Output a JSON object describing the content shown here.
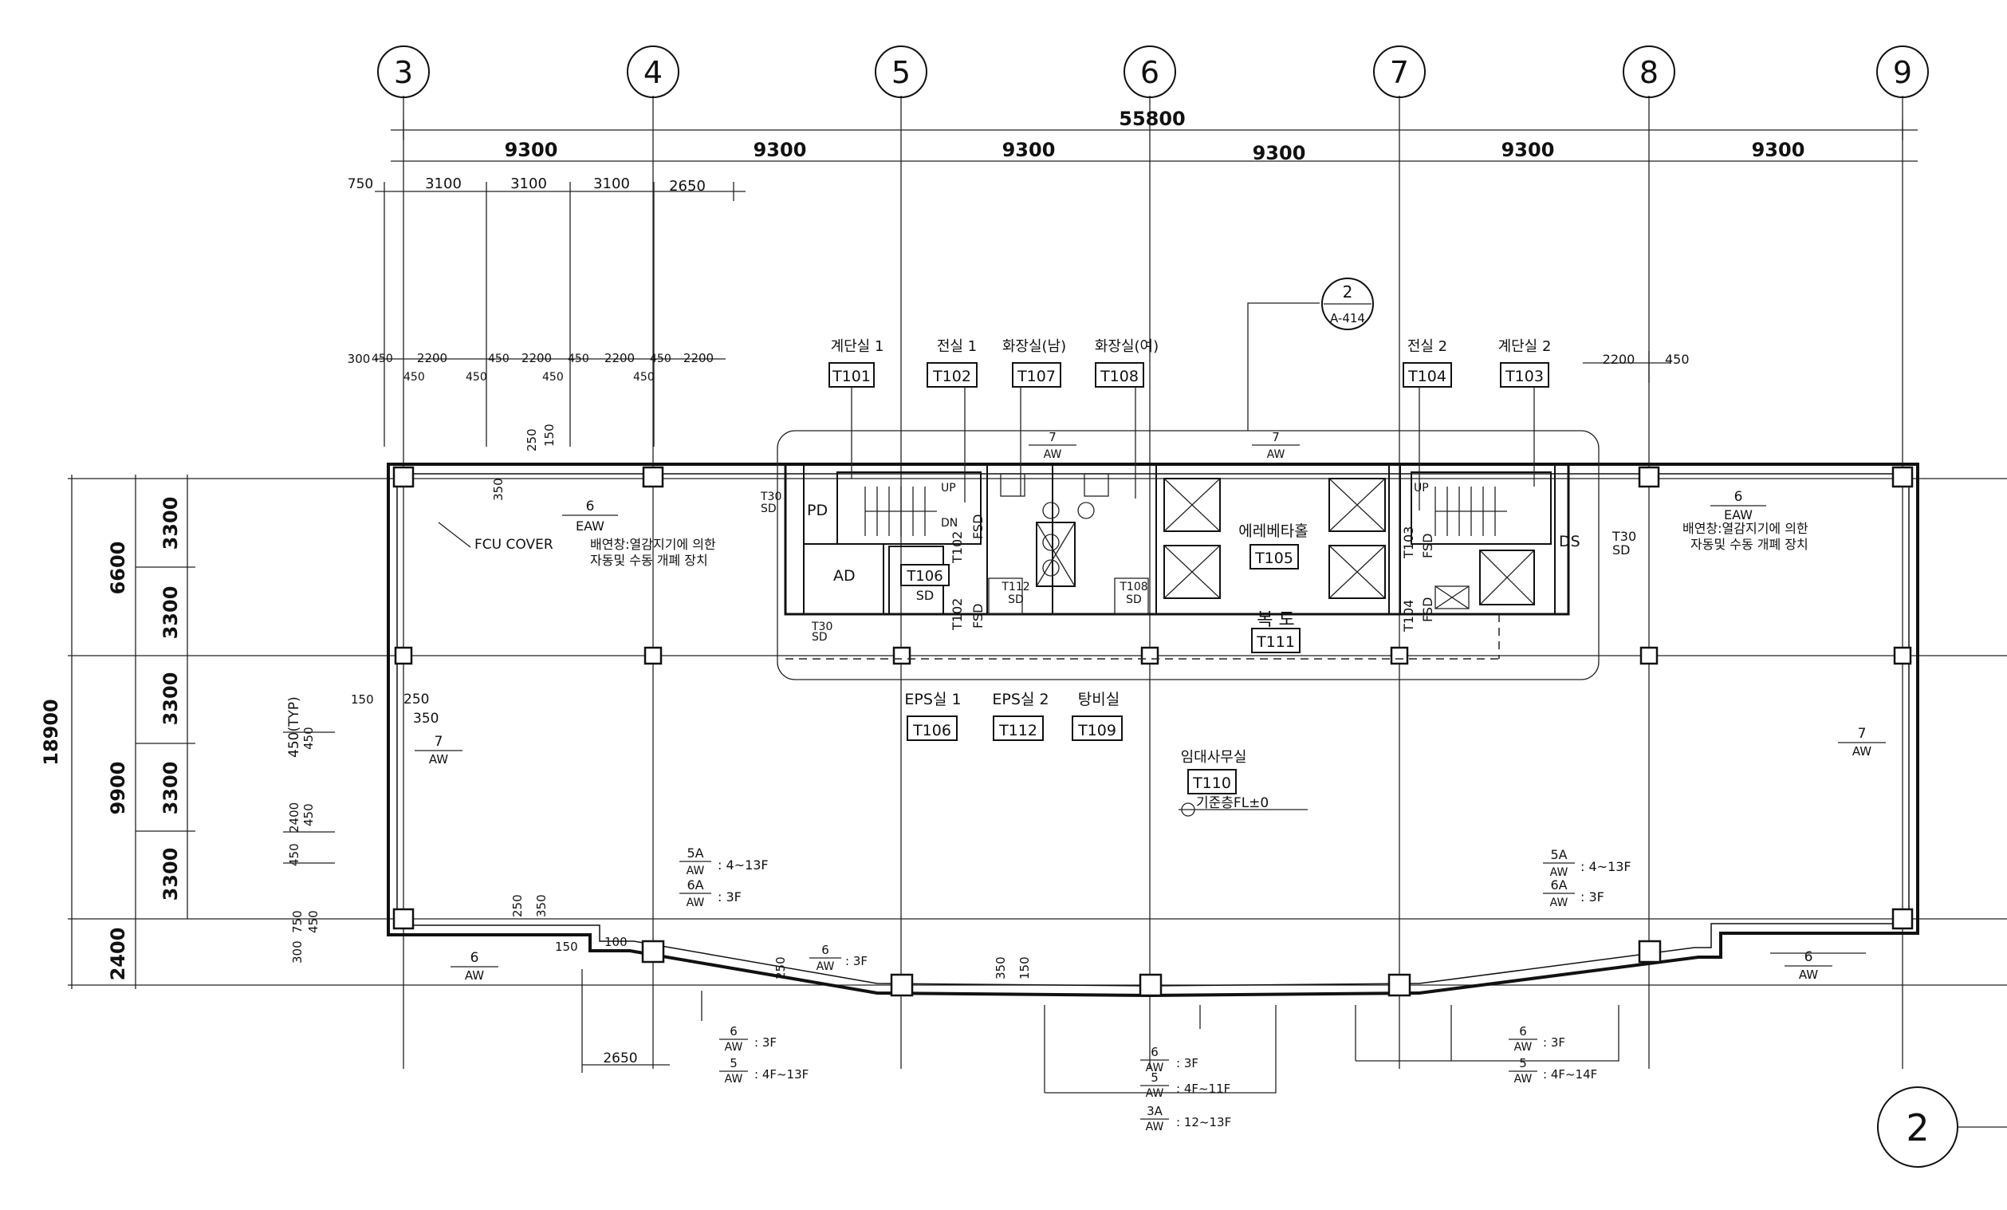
{
  "grid_columns": [
    "3",
    "4",
    "5",
    "6",
    "7",
    "8",
    "9"
  ],
  "grid_rows": [
    "2"
  ],
  "dimensions": {
    "overall": "55800",
    "bays": [
      "9300",
      "9300",
      "9300",
      "9300",
      "9300",
      "9300"
    ],
    "left_total": "18900",
    "left_groups": [
      "6600",
      "9900",
      "2400"
    ],
    "left_sub": [
      "3300",
      "3300",
      "3300",
      "3300",
      "3300"
    ],
    "top_small": [
      "750",
      "3100",
      "3100",
      "3100",
      "2650"
    ],
    "mullion_row": [
      "300",
      "450",
      "2200",
      "450",
      "2200",
      "450",
      "2200",
      "450",
      "2200"
    ],
    "mullion_sub": [
      "450",
      "450",
      "450",
      "450"
    ],
    "right_small": [
      "2200",
      "450"
    ],
    "bottom_left": "2650",
    "misc": [
      "250",
      "150",
      "350",
      "150",
      "250",
      "350",
      "750",
      "450",
      "300",
      "150",
      "100",
      "250",
      "350",
      "250",
      "350",
      "150",
      "450(TYP)",
      "450",
      "2400",
      "450",
      "450"
    ]
  },
  "section_marker": {
    "num": "2",
    "sheet": "A-414"
  },
  "rooms": {
    "stair1": {
      "name": "계단실 1",
      "tag": "T101"
    },
    "elec1": {
      "name": "전실 1",
      "tag": "T102"
    },
    "wc_m": {
      "name": "화장실(남)",
      "tag": "T107"
    },
    "wc_f": {
      "name": "화장실(여)",
      "tag": "T108"
    },
    "elec2": {
      "name": "전실 2",
      "tag": "T104"
    },
    "stair2": {
      "name": "계단실 2",
      "tag": "T103"
    },
    "elev_hall": {
      "name": "에레베타홀",
      "tag": "T105"
    },
    "corridor": {
      "name": "복 도",
      "tag": "T111"
    },
    "eps1": {
      "name": "EPS실 1",
      "tag": "T106"
    },
    "eps2": {
      "name": "EPS실 2",
      "tag": "T112"
    },
    "janitor": {
      "name": "탕비실",
      "tag": "T109"
    },
    "office": {
      "name": "임대사무실",
      "tag": "T110"
    },
    "pd": {
      "name": "PD"
    },
    "ad": {
      "name": "AD"
    },
    "ds": {
      "name": "DS"
    },
    "t106sd": {
      "tag": "T106",
      "sub": "SD"
    },
    "t112sd": {
      "tag": "T112",
      "sub": "SD"
    },
    "t108sd": {
      "tag": "T108",
      "sub": "SD"
    },
    "t102": "T102",
    "t103": "T103",
    "t104": "T104",
    "t105": "T105"
  },
  "door_codes": {
    "fsd": "FSD",
    "t30sd": "T30\nSD",
    "t30": "T30",
    "sd": "SD",
    "up": "UP",
    "dn": "DN"
  },
  "notes": {
    "fcu": "FCU COVER",
    "smoke_left": [
      "배연창:열감지기에 의한",
      "자동및 수동 개폐 장치"
    ],
    "smoke_right": [
      "배연창:열감지기에 의한",
      "자동및 수동 개폐 장치"
    ],
    "datum": "기준층FL±0",
    "win_l": {
      "n1": "5A",
      "f1": ": 4~13F",
      "n2": "6A",
      "f2": ": 3F"
    },
    "win_r": {
      "n1": "5A",
      "f1": ": 4~13F",
      "n2": "6A",
      "f2": ": 3F"
    },
    "win_bl": {
      "n1": "6",
      "f1": ": 3F",
      "n2": "5",
      "f2": ": 4F~13F"
    },
    "win_bm": {
      "n1": "6",
      "f1": ": 3F",
      "n2": "5",
      "f2": ": 4F~11F",
      "n3": "3A",
      "f3": ": 12~13F"
    },
    "win_br": {
      "n1": "6",
      "f1": ": 3F",
      "n2": "5",
      "f2": ": 4F~14F"
    },
    "win_diag": {
      "n1": "6",
      "f1": ": 3F"
    }
  },
  "window_tags": {
    "eaw_top_l": {
      "num": "6",
      "type": "EAW"
    },
    "eaw_top_r": {
      "num": "6",
      "type": "EAW"
    },
    "aw_7a": {
      "num": "7",
      "type": "AW"
    },
    "aw_7b": {
      "num": "7",
      "type": "AW"
    },
    "aw_7c": {
      "num": "7",
      "type": "AW"
    },
    "aw_7d": {
      "num": "7",
      "type": "AW"
    },
    "aw_6bl": {
      "num": "6",
      "type": "AW"
    },
    "aw_6br": {
      "num": "6",
      "type": "AW"
    }
  }
}
